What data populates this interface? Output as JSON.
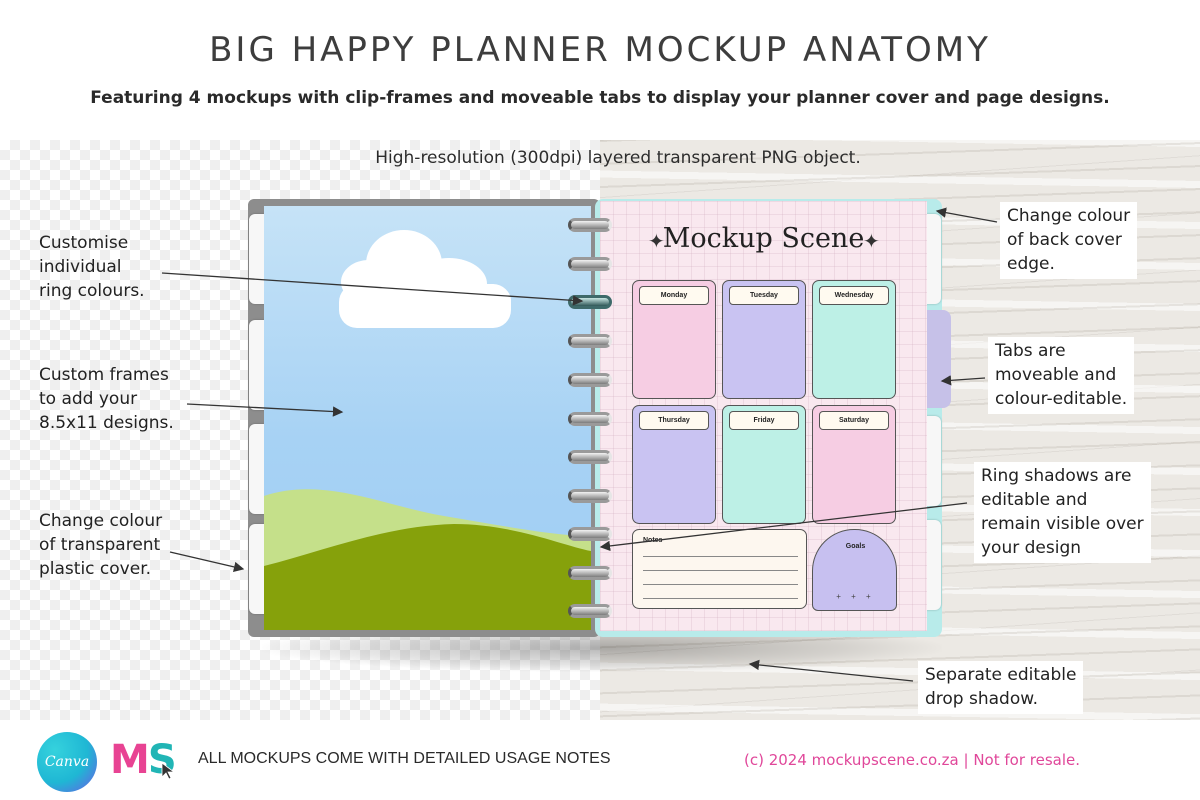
{
  "header": {
    "title": "BIG HAPPY PLANNER MOCKUP ANATOMY",
    "subtitle": "Featuring 4 mockups with clip-frames and moveable tabs to display your planner cover and page designs."
  },
  "canvas_caption": "High-resolution (300dpi) layered transparent PNG object.",
  "annotations": {
    "ring_colours": [
      "Customise",
      "individual",
      "ring colours."
    ],
    "custom_frames": [
      "Custom frames",
      "to add your",
      "8.5x11 designs."
    ],
    "plastic_cover": [
      "Change colour",
      "of transparent",
      "plastic cover."
    ],
    "back_cover_edge": [
      "Change colour",
      "of back cover",
      "edge."
    ],
    "tabs": [
      "Tabs are",
      "moveable and",
      "colour-editable."
    ],
    "ring_shadows": [
      "Ring shadows are",
      "editable and",
      "remain visible over",
      "your design"
    ],
    "drop_shadow": [
      "Separate editable",
      "drop shadow."
    ]
  },
  "planner_page": {
    "title": "Mockup Scene",
    "sparkle": "✦",
    "days": [
      {
        "label": "Monday",
        "color": "#f6cde3"
      },
      {
        "label": "Tuesday",
        "color": "#c9c3f2"
      },
      {
        "label": "Wednesday",
        "color": "#bdf0e6"
      },
      {
        "label": "Thursday",
        "color": "#c9c3f2"
      },
      {
        "label": "Friday",
        "color": "#bdf0e6"
      },
      {
        "label": "Saturday",
        "color": "#f6cde3"
      }
    ],
    "notes_label": "Notes",
    "goals_label": "Goals",
    "goals_marks": "+ + +"
  },
  "colors": {
    "page_bg": "#f9e8ef",
    "back_cover_edge": "#b8ebea",
    "moveable_tab": "#c6c1e8",
    "plastic_cover": "#8d8d8d",
    "sky": "#a7d2f4",
    "hill_light": "#c5e08a",
    "hill_dark": "#86a10b",
    "accent_pink": "#e0479a",
    "accent_teal": "#21b5b5"
  },
  "footer": {
    "canva_logo": "Canva",
    "ms_logo_m": "M",
    "ms_logo_s": "S",
    "usage_note": "ALL MOCKUPS COME WITH DETAILED USAGE NOTES",
    "copyright": "(c) 2024 mockupscene.co.za | Not for resale."
  }
}
